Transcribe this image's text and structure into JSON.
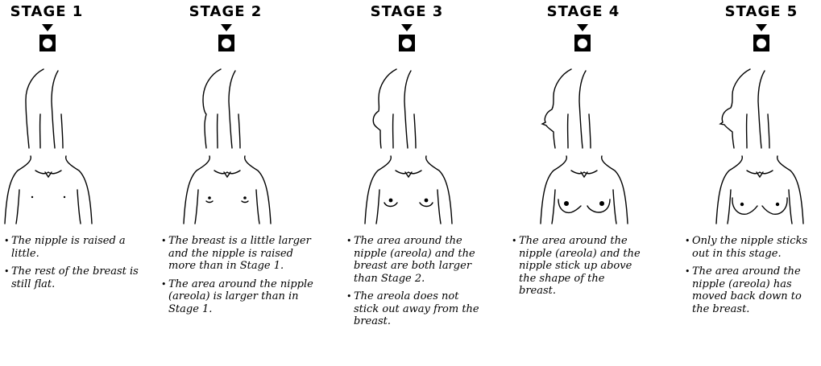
{
  "stages": [
    {
      "title": "STAGE 1",
      "notes": [
        "The nipple is raised a little.",
        "The rest of the breast is still flat."
      ]
    },
    {
      "title": "STAGE 2",
      "notes": [
        "The breast is a little larger and the nipple is raised more than in Stage 1.",
        "The area around the nipple (areola) is larger than in Stage 1."
      ]
    },
    {
      "title": "STAGE 3",
      "notes": [
        "The area around the nipple (areola) and the breast are both larger than Stage 2.",
        "The areola does not stick out away from the breast."
      ]
    },
    {
      "title": "STAGE 4",
      "notes": [
        "The area around the nipple (areola) and the nipple stick up above the shape of the breast."
      ]
    },
    {
      "title": "STAGE 5",
      "notes": [
        "Only the nipple sticks out in this stage.",
        "The area around the nipple (areola) has moved back down to the breast."
      ]
    }
  ]
}
